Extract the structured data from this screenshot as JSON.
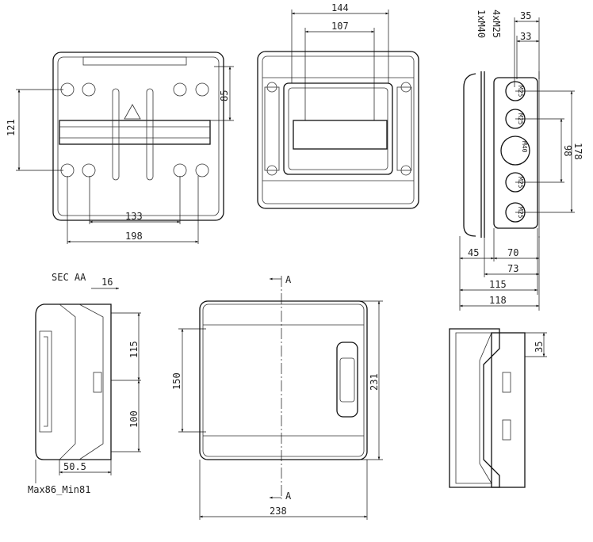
{
  "views": {
    "back_view": {
      "dims": {
        "height_holes": "121",
        "top_offset": "85",
        "hole_spacing": "133",
        "width": "198"
      }
    },
    "front_open_view": {
      "dims": {
        "outer": "144",
        "inner": "107"
      }
    },
    "side_view": {
      "gland_labels": {
        "line1": "4xM25",
        "line2": "1xM40"
      },
      "holes": [
        "M25",
        "M25",
        "M40",
        "M25",
        "M25"
      ],
      "dims": {
        "top_35": "35",
        "top_33": "33",
        "outer_span": "178",
        "inner_span": "98",
        "d45": "45",
        "d70": "70",
        "d73": "73",
        "d115": "115",
        "d118": "118"
      }
    },
    "section_view": {
      "title": "SEC AA",
      "dims": {
        "d16": "16",
        "d115": "115",
        "d100": "100",
        "d50_5": "50.5",
        "mount_range": "Max86_Min81"
      }
    },
    "front_view": {
      "section_marks": [
        "A",
        "A"
      ],
      "dims": {
        "window_height": "150",
        "height": "231",
        "width": "238"
      }
    },
    "side_closed_view": {
      "dims": {
        "d35": "35"
      }
    }
  }
}
